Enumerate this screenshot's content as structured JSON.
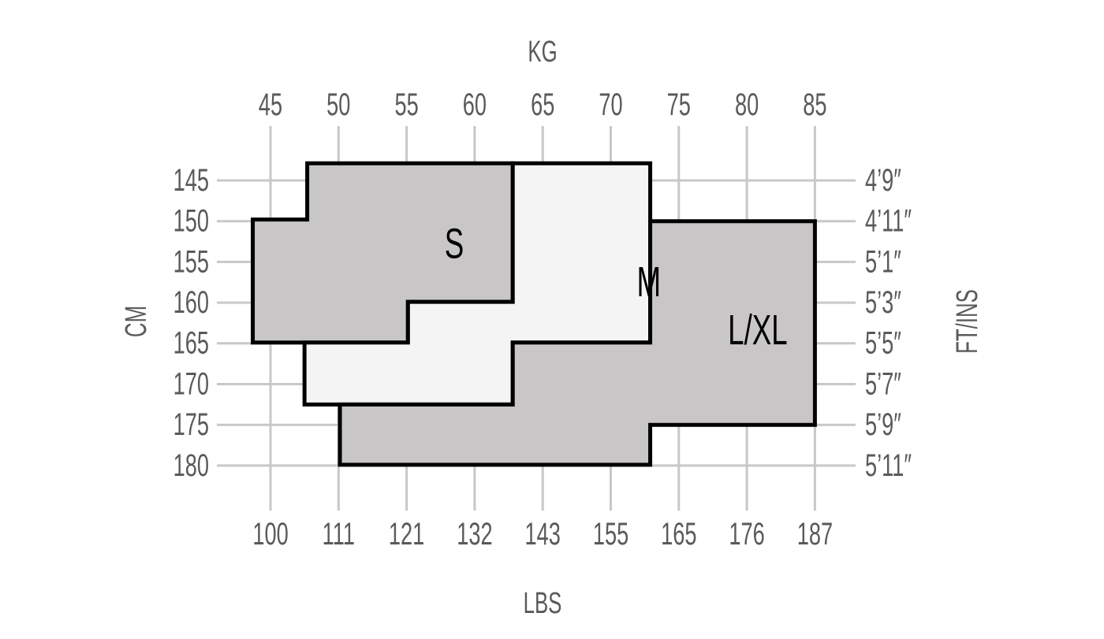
{
  "chart_data": {
    "type": "diagram",
    "title": "Size chart",
    "top_axis": {
      "label": "KG",
      "ticks": [
        "45",
        "50",
        "55",
        "60",
        "65",
        "70",
        "75",
        "80",
        "85"
      ],
      "values": [
        45,
        50,
        55,
        60,
        65,
        70,
        75,
        80,
        85
      ]
    },
    "bottom_axis": {
      "label": "LBS",
      "ticks": [
        "100",
        "111",
        "121",
        "132",
        "143",
        "155",
        "165",
        "176",
        "187"
      ]
    },
    "left_axis": {
      "label": "CM",
      "ticks": [
        "145",
        "150",
        "155",
        "160",
        "165",
        "170",
        "175",
        "180"
      ],
      "values": [
        145,
        150,
        155,
        160,
        165,
        170,
        175,
        180
      ]
    },
    "right_axis": {
      "label": "FT/INS",
      "ticks": [
        "4’9″",
        "4’11″",
        "5’1″",
        "5’3″",
        "5’5″",
        "5’7″",
        "5’9″",
        "5’11″"
      ]
    },
    "regions": [
      {
        "name": "S",
        "fill": "#c8c6c7",
        "polygon_kg_cm": [
          [
            47.7,
            142.9
          ],
          [
            62.8,
            142.9
          ],
          [
            62.8,
            159.9
          ],
          [
            55.1,
            159.9
          ],
          [
            55.1,
            164.9
          ],
          [
            43.7,
            164.9
          ],
          [
            43.7,
            149.8
          ],
          [
            47.7,
            149.8
          ]
        ],
        "label_at_kg_cm": [
          58.5,
          152.7
        ]
      },
      {
        "name": "M",
        "fill": "#f4f4f4",
        "polygon_kg_cm": [
          [
            62.8,
            142.9
          ],
          [
            72.9,
            142.9
          ],
          [
            72.9,
            164.9
          ],
          [
            62.8,
            164.9
          ],
          [
            62.8,
            172.5
          ],
          [
            47.5,
            172.5
          ],
          [
            47.5,
            164.9
          ],
          [
            55.1,
            164.9
          ],
          [
            55.1,
            159.9
          ],
          [
            62.8,
            159.9
          ]
        ],
        "label_at_kg_cm": [
          72.8,
          157.4
        ]
      },
      {
        "name": "L/XL",
        "fill": "#c8c6c7",
        "polygon_kg_cm": [
          [
            72.9,
            150
          ],
          [
            85,
            150
          ],
          [
            85,
            175
          ],
          [
            72.9,
            175
          ],
          [
            72.9,
            179.9
          ],
          [
            50.1,
            179.9
          ],
          [
            50.1,
            172.5
          ],
          [
            62.8,
            172.5
          ],
          [
            62.8,
            164.9
          ],
          [
            72.9,
            164.9
          ]
        ],
        "label_at_kg_cm": [
          80.8,
          163.3
        ]
      }
    ],
    "colors": {
      "grid": "#c8c8c8",
      "text": "#5a5a5a",
      "outline": "#000000"
    }
  }
}
